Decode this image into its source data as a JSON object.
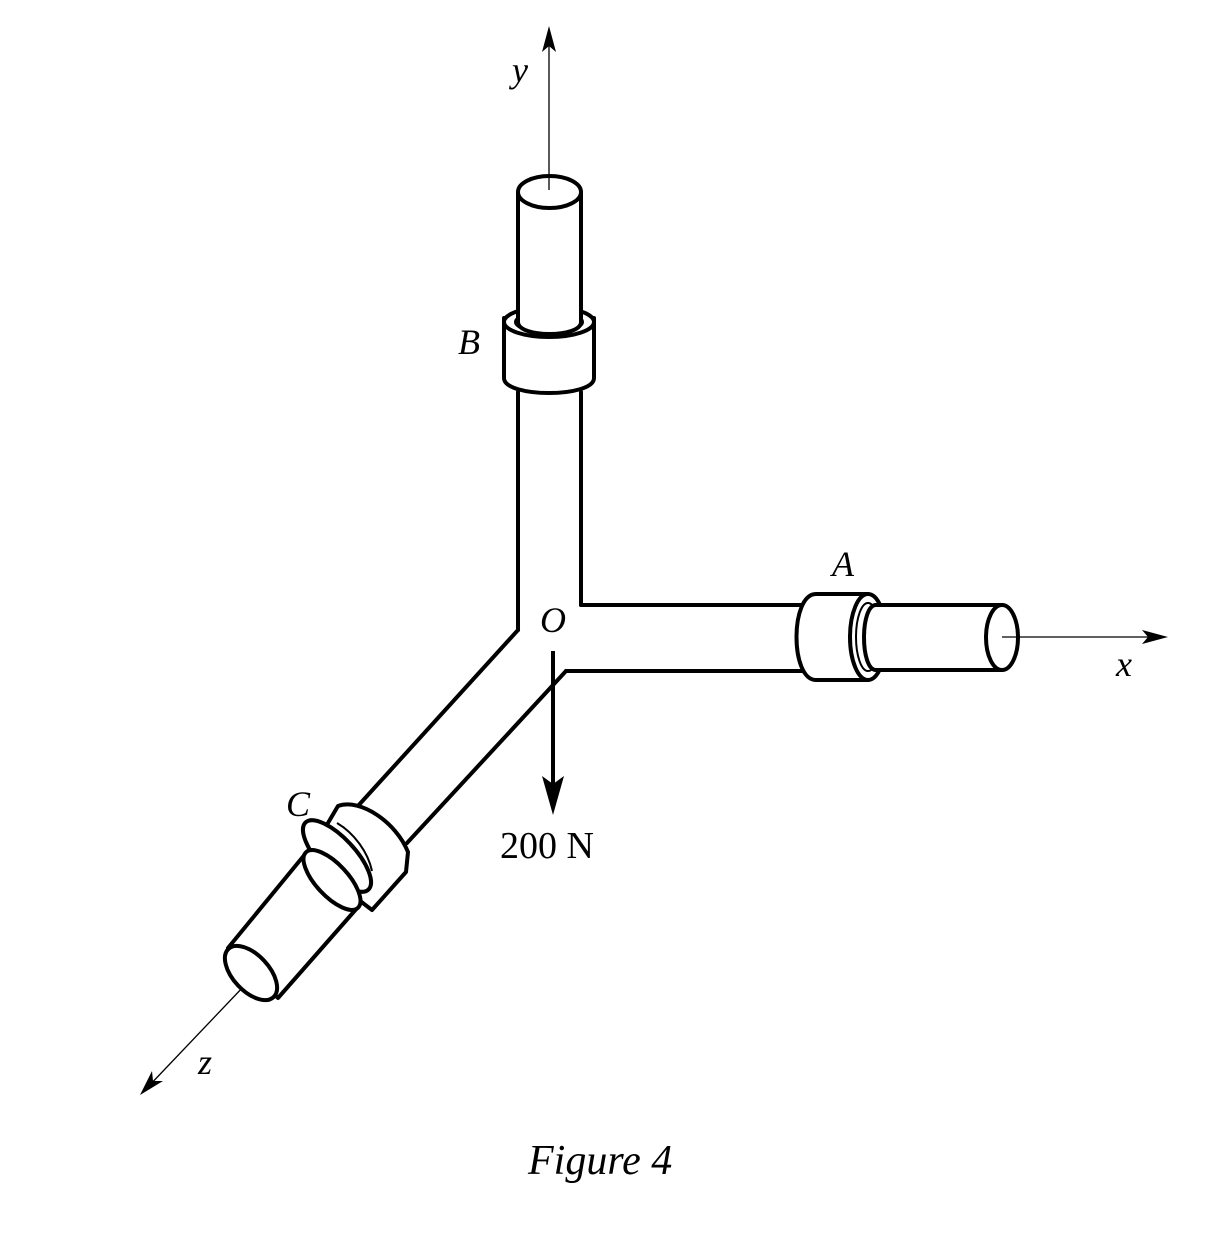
{
  "figure": {
    "caption": "Figure 4",
    "axes": {
      "x": "x",
      "y": "y",
      "z": "z"
    },
    "points": {
      "origin": "O",
      "bearing_a": "A",
      "bearing_b": "B",
      "bearing_c": "C"
    },
    "load": {
      "label": "200 N",
      "direction": "down"
    }
  },
  "colors": {
    "ink": "#000000",
    "paper": "#ffffff"
  }
}
